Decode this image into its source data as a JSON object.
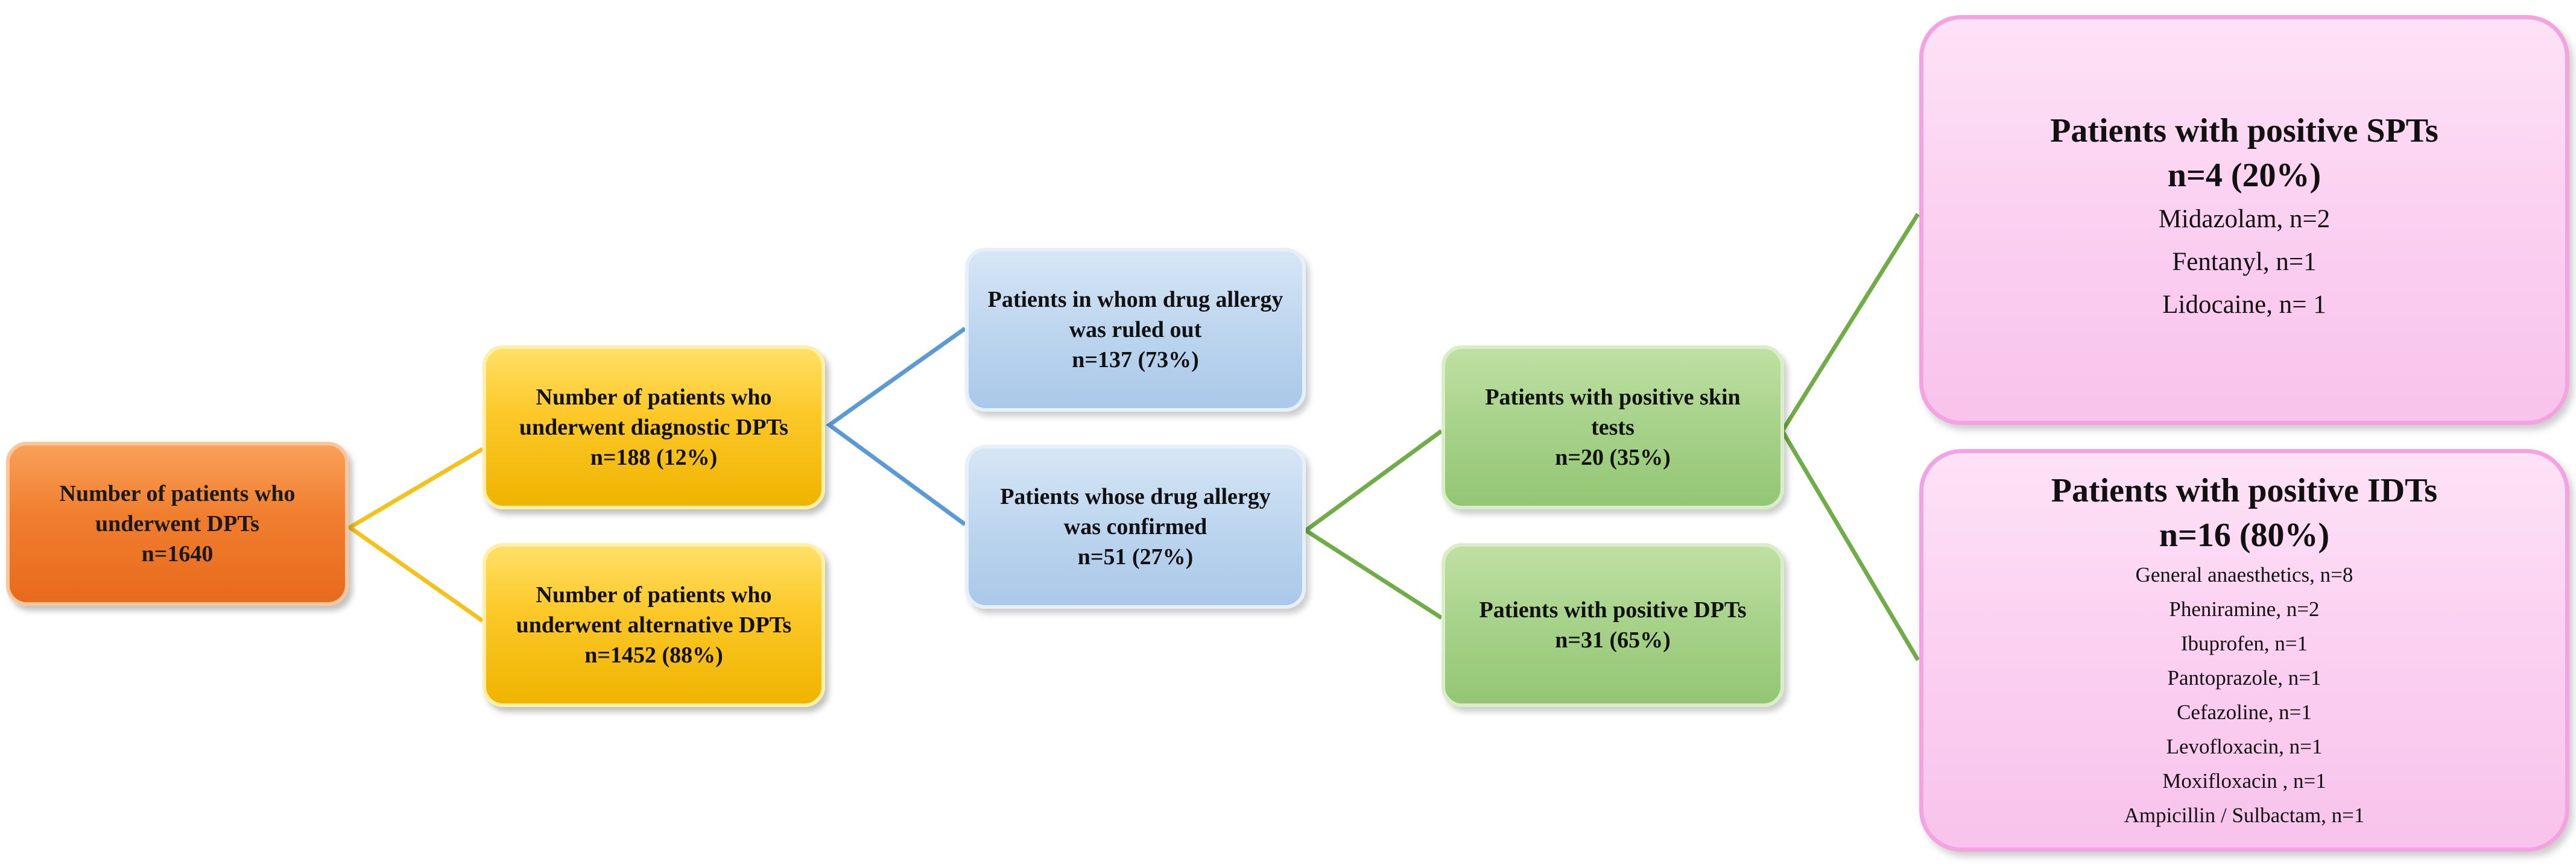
{
  "colors": {
    "orange": "#f07e2e",
    "yellow": "#fcc92a",
    "blue": "#bdd6ef",
    "green": "#a6d289",
    "pink": "#fbd0f1",
    "line_yellow": "#f5c21b",
    "line_blue": "#5b9bd5",
    "line_green": "#70ad47"
  },
  "root": {
    "line1": "Number of patients who",
    "line2": "underwent DPTs",
    "line3": "n=1640"
  },
  "diagnostic": {
    "line1": "Number of patients who",
    "line2": "underwent diagnostic DPTs",
    "line3": "n=188 (12%)"
  },
  "alternative": {
    "line1": "Number of patients who",
    "line2": "underwent alternative DPTs",
    "line3": "n=1452 (88%)"
  },
  "ruled_out": {
    "line1": "Patients in whom drug allergy",
    "line2": "was ruled out",
    "line3": "n=137 (73%)"
  },
  "confirmed": {
    "line1": "Patients whose drug allergy",
    "line2": "was confirmed",
    "line3": "n=51 (27%)"
  },
  "skin_tests": {
    "line1": "Patients with positive skin",
    "line2": "tests",
    "line3": "n=20 (35%)"
  },
  "positive_dpts": {
    "line1": "Patients with positive DPTs",
    "line2": "n=31 (65%)"
  },
  "spts": {
    "title": "Patients with positive SPTs",
    "count": "n=4 (20%)",
    "drugs": [
      "Midazolam, n=2",
      "Fentanyl, n=1",
      "Lidocaine, n= 1"
    ]
  },
  "idts": {
    "title": "Patients with positive IDTs",
    "count": "n=16 (80%)",
    "drugs": [
      "General anaesthetics, n=8",
      "Pheniramine, n=2",
      "Ibuprofen, n=1",
      "Pantoprazole, n=1",
      "Cefazoline, n=1",
      "Levofloxacin, n=1",
      "Moxifloxacin , n=1",
      "Ampicillin / Sulbactam, n=1"
    ]
  }
}
